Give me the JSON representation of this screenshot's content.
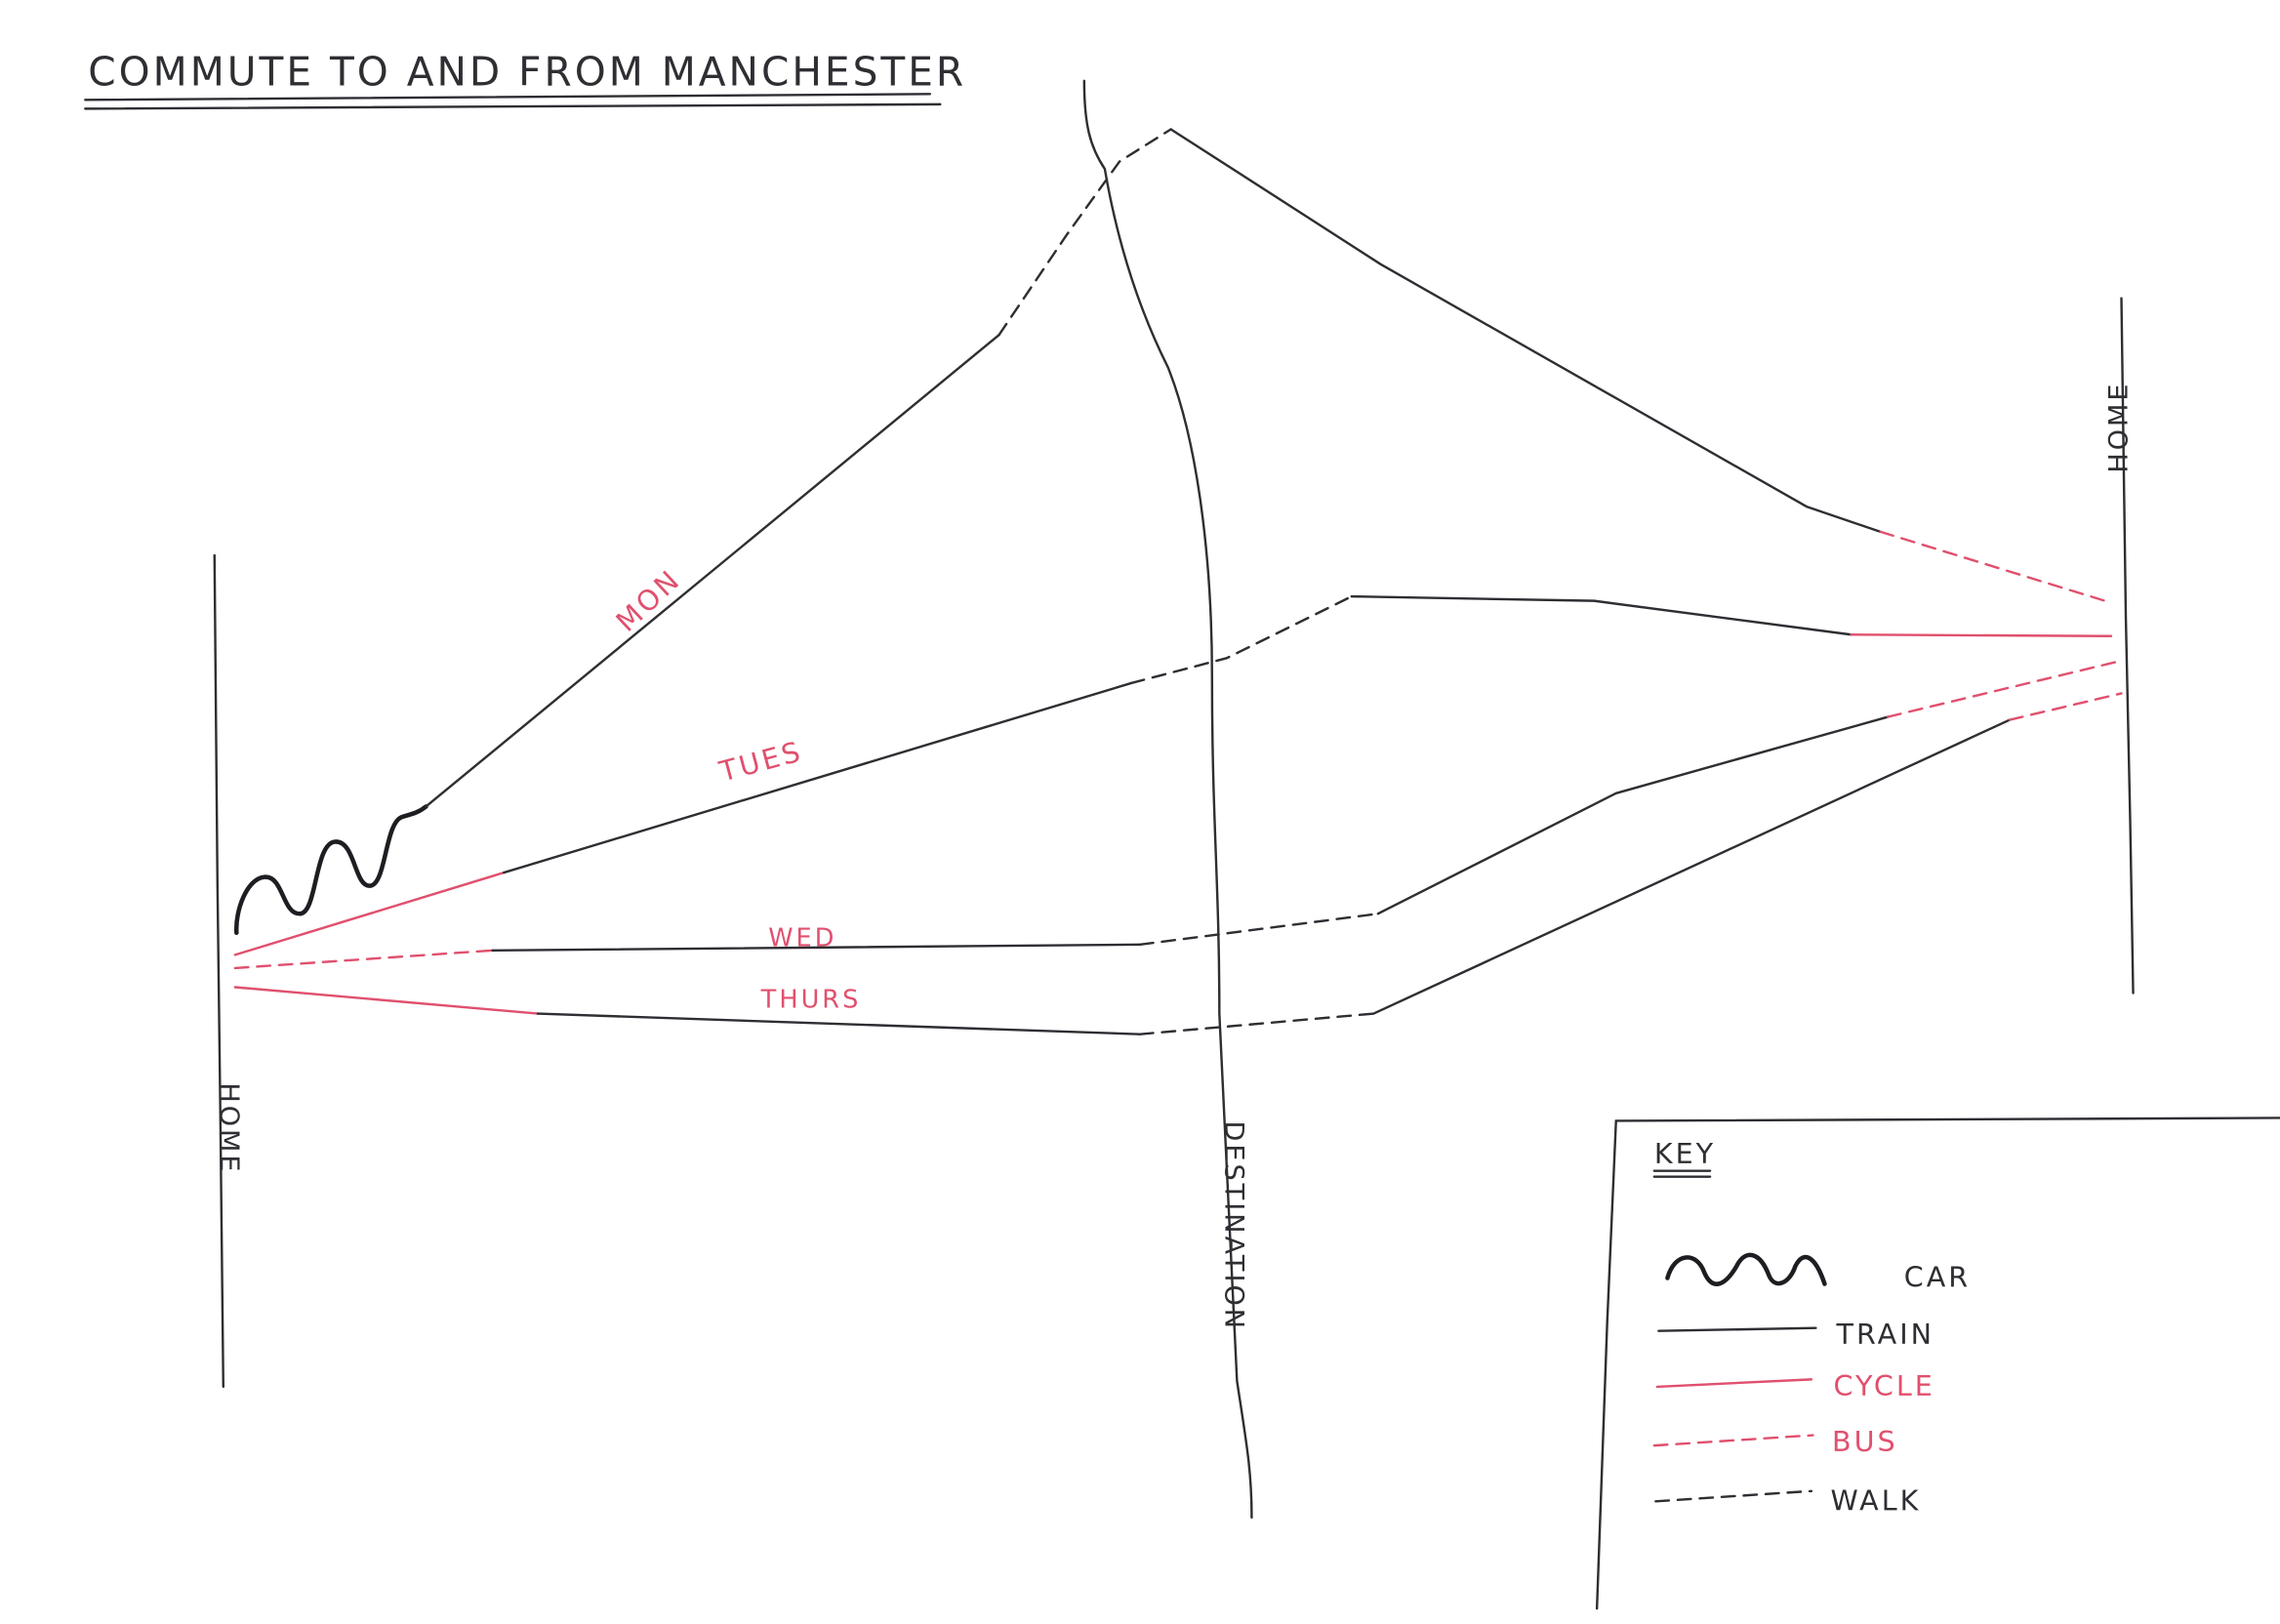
{
  "title": "COMMUTE TO AND FROM MANCHESTER",
  "axes": {
    "home_left": "HOME",
    "destination": "DESTINATION",
    "home_right": "HOME"
  },
  "days": {
    "mon": "MON",
    "tues": "TUES",
    "wed": "WED",
    "thurs": "THURS"
  },
  "key": {
    "heading": "KEY",
    "car": "CAR",
    "train": "TRAIN",
    "cycle": "CYCLE",
    "bus": "BUS",
    "walk": "WALK"
  },
  "colors": {
    "ink": "#2e2e33",
    "red": "#e0506e"
  }
}
